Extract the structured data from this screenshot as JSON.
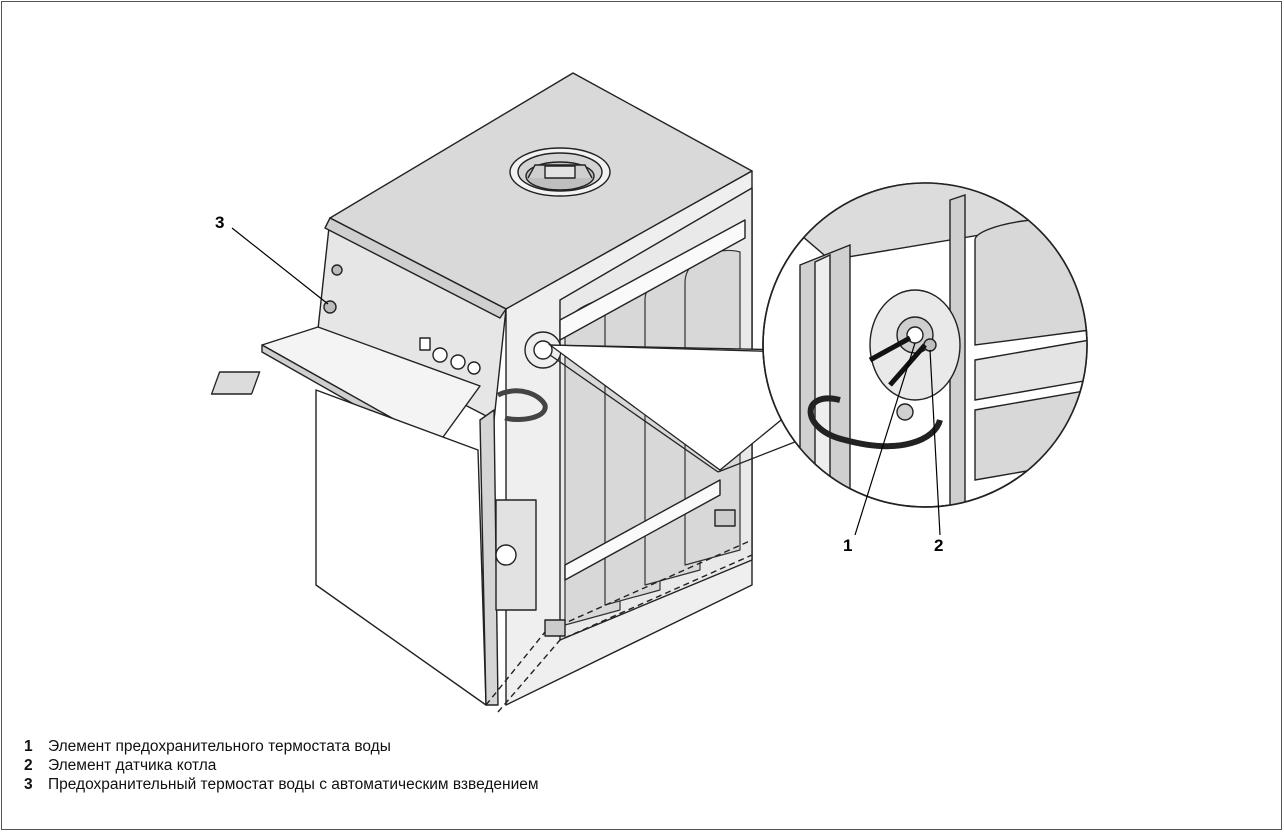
{
  "callouts": {
    "c1": "1",
    "c2": "2",
    "c3": "3"
  },
  "legend": [
    {
      "num": "1",
      "text": "Элемент предохранительного термостата воды"
    },
    {
      "num": "2",
      "text": "Элемент датчика котла"
    },
    {
      "num": "3",
      "text": "Предохранительный термостат воды с автоматическим взведением"
    }
  ]
}
